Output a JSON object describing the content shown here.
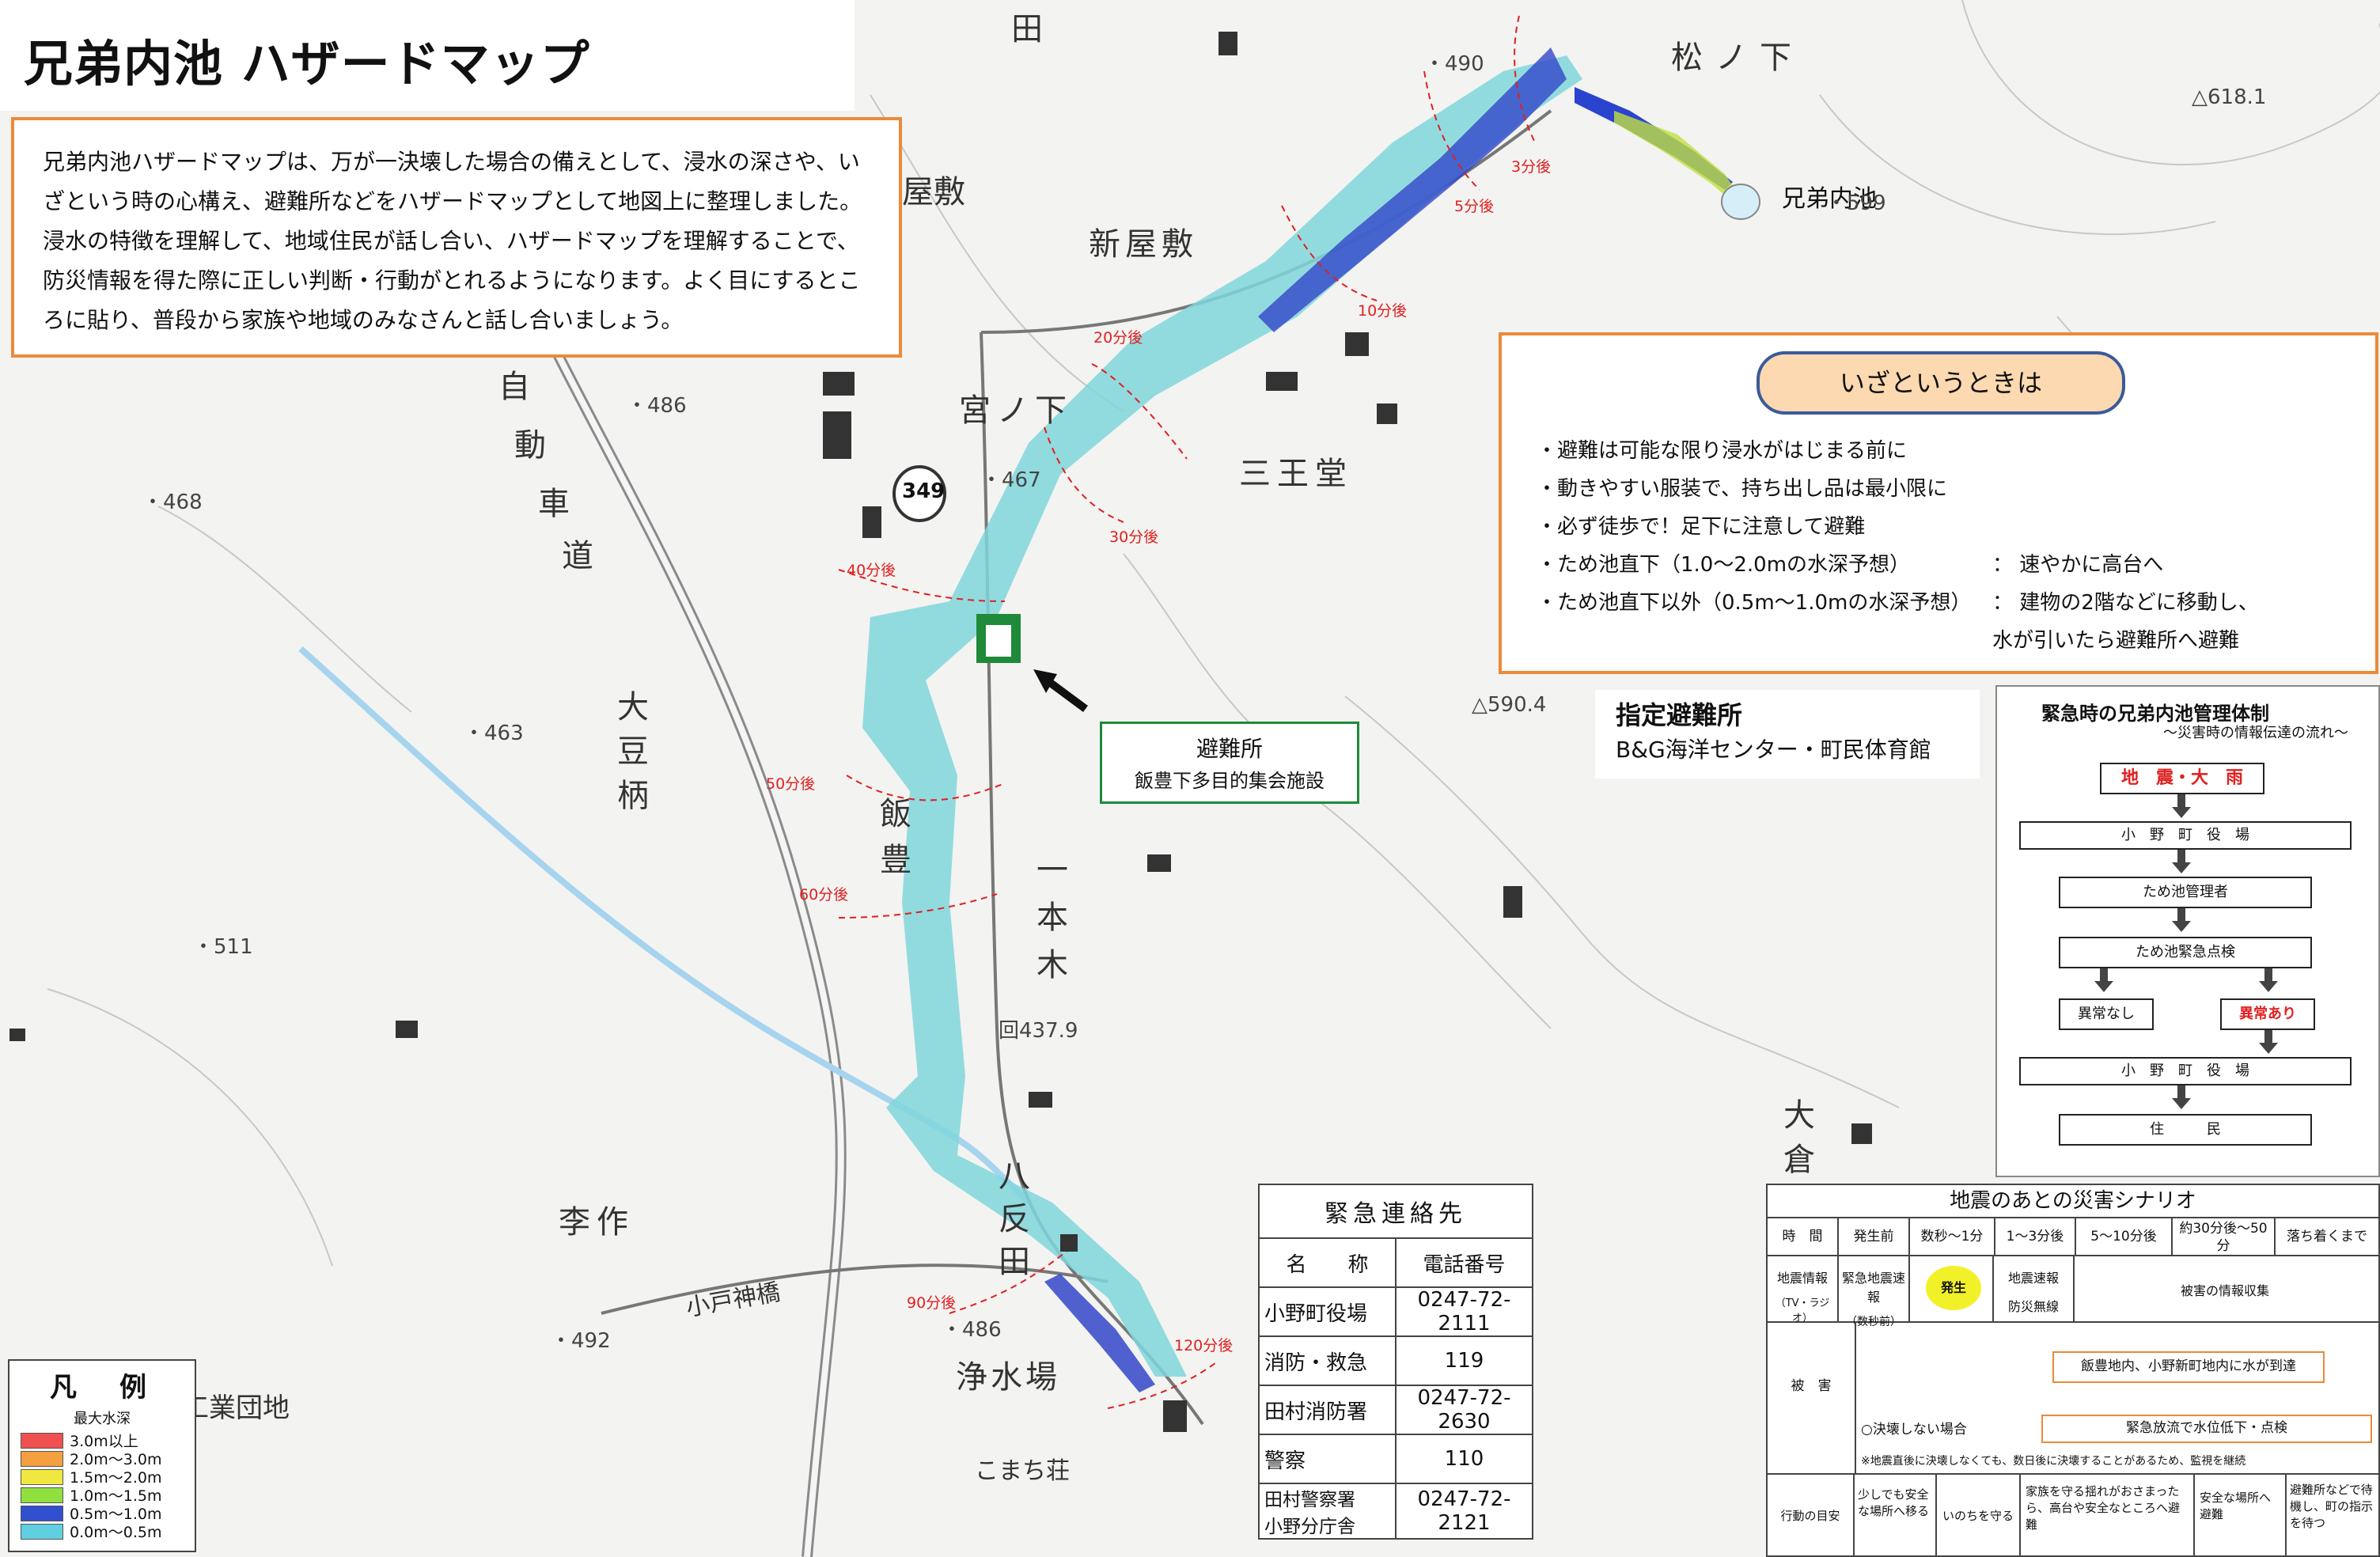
{
  "title": "兄弟内池 ハザードマップ",
  "intro": {
    "paragraph1": "兄弟内池ハザードマップは、万が一決壊した場合の備えとして、浸水の深さや、いざという時の心構え、避難所などをハザードマップとして地図上に整理しました。",
    "paragraph2": "浸水の特徴を理解して、地域住民が話し合い、ハザードマップを理解することで、防災情報を得た際に正しい判断・行動がとれるようになります。よく目にするところに貼り、普段から家族や地域のみなさんと話し合いましょう。"
  },
  "emergency": {
    "heading": "いざというときは",
    "items": [
      {
        "text": "・避難は可能な限り浸水がはじまる前に",
        "note": ""
      },
      {
        "text": "・動きやすい服装で、持ち出し品は最小限に",
        "note": ""
      },
      {
        "text": "・必ず徒歩で！足下に注意して避難",
        "note": ""
      },
      {
        "text": "・ため池直下（1.0～2.0mの水深予想）",
        "note": "：  速やかに高台へ"
      },
      {
        "text": "・ため池直下以外（0.5m～1.0mの水深予想）",
        "note": "：  建物の2階などに移動し、"
      },
      {
        "text": "",
        "note": "    水が引いたら避難所へ避難"
      }
    ]
  },
  "designated_shelter": {
    "label": "指定避難所",
    "name": "B&G海洋センター・町民体育館"
  },
  "shelter_callout": {
    "label": "避難所",
    "name": "飯豊下多目的集会施設"
  },
  "pond_label": "兄弟内池",
  "place_names": [
    "松ノ下",
    "新屋敷",
    "宮ノ下",
    "三王堂",
    "大豆柄",
    "飯豊",
    "一本木",
    "八反田",
    "李作",
    "浄水場",
    "大倉",
    "自",
    "動",
    "車",
    "道",
    "工業団地",
    "小戸神橋",
    "田",
    "屋敷",
    "こまち荘"
  ],
  "spot_heights": [
    "・490",
    "・599",
    "△618.1",
    "・486",
    "・468",
    "・467",
    "・463",
    "△590.4",
    "・511",
    "回437.9",
    "・492",
    "・486"
  ],
  "route_label": "349",
  "time_labels": [
    "3分後",
    "5分後",
    "10分後",
    "20分後",
    "30分後",
    "40分後",
    "50分後",
    "60分後",
    "90分後",
    "120分後"
  ],
  "legend": {
    "heading": "凡　例",
    "subheading": "最大水深",
    "items": [
      {
        "label": "3.0m以上",
        "color": "#f05050"
      },
      {
        "label": "2.0m～3.0m",
        "color": "#f5a040"
      },
      {
        "label": "1.5m～2.0m",
        "color": "#f0e840"
      },
      {
        "label": "1.0m～1.5m",
        "color": "#90e040"
      },
      {
        "label": "0.5m～1.0m",
        "color": "#3050d0"
      },
      {
        "label": "0.0m～0.5m",
        "color": "#60d0e0"
      }
    ]
  },
  "flow": {
    "title": "緊急時の兄弟内池管理体制",
    "subtitle": "～災害時の情報伝達の流れ～",
    "step1": "地　震・大　雨",
    "step2": "小　野　町　役　場",
    "step3": "ため池管理者",
    "step4": "ため池緊急点検",
    "step5a": "異常なし",
    "step5b": "異常あり",
    "step6": "小　野　町　役　場",
    "step7": "住　　　民"
  },
  "contacts": {
    "heading": "緊急連絡先",
    "col_name": "名　　称",
    "col_phone": "電話番号",
    "rows": [
      {
        "name": "小野町役場",
        "phone": "0247-72-2111"
      },
      {
        "name": "消防・救急",
        "phone": "119"
      },
      {
        "name": "田村消防署",
        "phone": "0247-72-2630"
      },
      {
        "name": "警察",
        "phone": "110"
      },
      {
        "name": "田村警察署　小野分庁舎",
        "phone": "0247-72-2121"
      }
    ]
  },
  "scenario": {
    "heading": "地震のあとの災害シナリオ",
    "cols": [
      "時　間",
      "発生前",
      "数秒～1分",
      "1～3分後",
      "5～10分後",
      "約30分後～50分",
      "落ち着くまで"
    ],
    "info_label": "地震情報",
    "info_sub": "（TV・ラジオ）",
    "info_early": "緊急地震速報",
    "info_early_sub": "（数秒前）",
    "info_occur": "発生",
    "info_report": "地震速報",
    "info_radio": "防災無線",
    "info_collect": "被害の情報収集",
    "damage_label": "被　害",
    "damage_arrive": "飯豊地内、小野新町地内に水が到達",
    "no_break": "○決壊しない場合",
    "release": "緊急放流で水位低下・点検",
    "note": "※地震直後に決壊しなくても、数日後に決壊することがあるため、監視を継続",
    "action_label": "行動の目安",
    "actions": [
      "少しでも安全な場所へ移る",
      "いのちを守る",
      "家族を守る揺れがおさまったら、高台や安全なところへ避難",
      "安全な場所へ避難",
      "避難所などで待機し、町の指示を待つ"
    ]
  }
}
